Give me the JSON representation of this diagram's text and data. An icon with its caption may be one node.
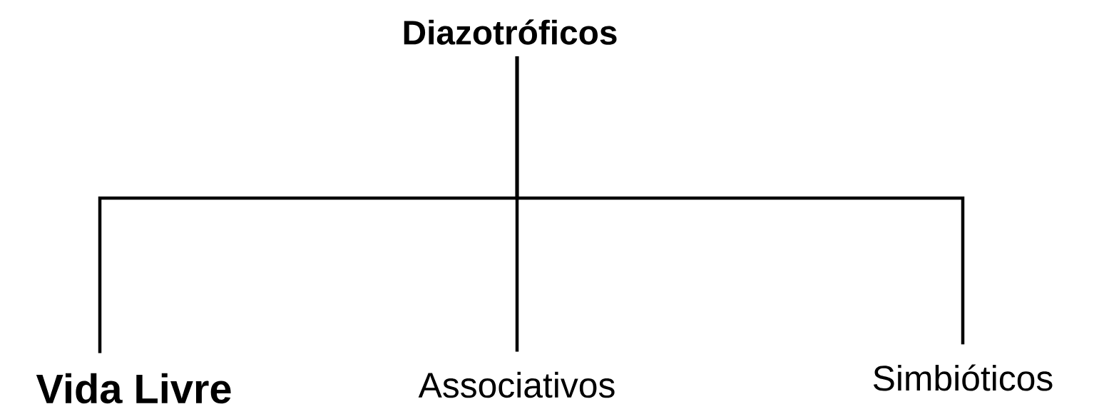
{
  "diagram": {
    "nodes": [
      {
        "text": [
          "Diazotróficos"
        ]
      },
      {
        "text": [
          "Vida Livre"
        ]
      },
      {
        "text": [
          "Associativos"
        ]
      },
      {
        "text": [
          "Simbióticos"
        ]
      }
    ],
    "edges": [
      {
        "from": 0,
        "to": 1,
        "arrow": "none"
      },
      {
        "from": 0,
        "to": 2,
        "arrow": "none"
      },
      {
        "from": 0,
        "to": 3,
        "arrow": "none"
      }
    ]
  }
}
